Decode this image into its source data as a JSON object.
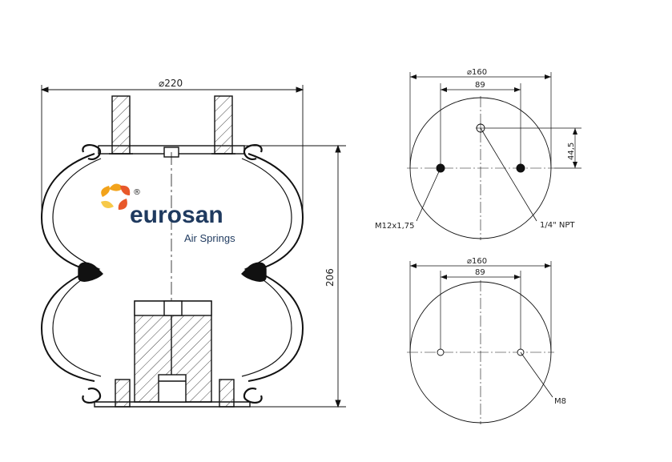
{
  "brand": {
    "name": "eurosan",
    "tagline": "Air Springs",
    "registered": "®",
    "name_color": "#1f3a5f",
    "accent_colors": [
      "#e8582a",
      "#f2a31b",
      "#f7c948"
    ]
  },
  "side_view": {
    "width_dim": "⌀220",
    "height_dim": "206"
  },
  "top_view": {
    "diameter_dim": "⌀160",
    "spacing_dim": "89",
    "offset_dim": "44,5",
    "thread_label": "M12x1,75",
    "port_label": "1/4\" NPT"
  },
  "bottom_view": {
    "diameter_dim": "⌀160",
    "spacing_dim": "89",
    "thread_label": "M8"
  },
  "colors": {
    "line": "#111111",
    "hatch": "#444444"
  }
}
